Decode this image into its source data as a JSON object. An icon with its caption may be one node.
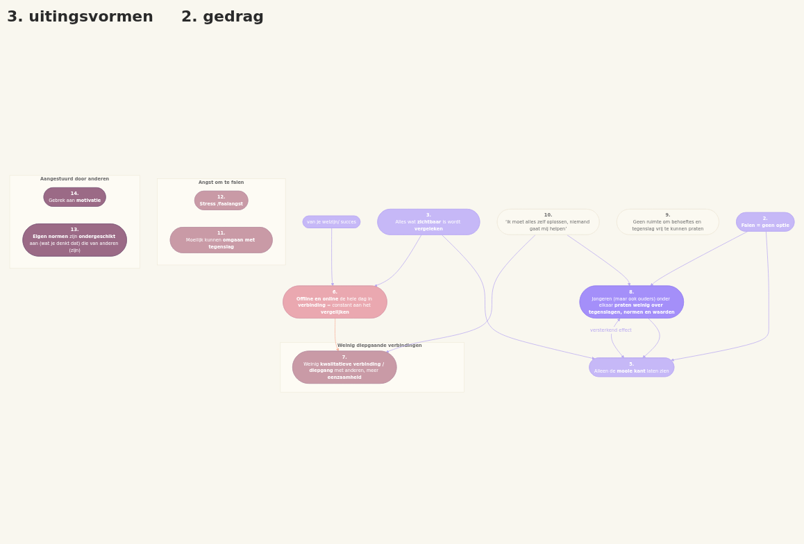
{
  "diagram": {
    "nodes": [
      {
        "text": [
          "Weinig diepgaande verbindingen"
        ]
      },
      {
        "text": [
          "7.",
          "Weinig **kwalitatieve verbinding / diepgang** met anderen, meer **eenzaamheid**"
        ],
        "in": 0
      },
      {
        "text": [
          "van je welzijn/ succes"
        ]
      },
      {
        "text": [
          "6.",
          "**Offline en online** de hele dag in **verbinding** = constant aan het **vergelijken**"
        ]
      },
      {
        "text": [
          "Angst om te falen"
        ]
      },
      {
        "text": [
          "12.",
          "Stress /faalangst"
        ],
        "in": 4
      },
      {
        "text": [
          "11.",
          "Moeilijk kunnen **omgaan met tegenslag**"
        ],
        "in": 4
      },
      {
        "text": [
          "10.",
          "‘ik moet alles zelf oplossen, niemand gaat mij helpen’"
        ]
      },
      {
        "text": [
          "Aangestuurd door anderen"
        ]
      },
      {
        "text": [
          "14.",
          "Gebrek aan **motivatie**"
        ],
        "in": 8
      },
      {
        "text": [
          "13.",
          "**Eigen normen** zijn **ondergeschikt** aan (wat je denkt dat) die van anderen (zijn)"
        ],
        "in": 8
      },
      {
        "text": [
          "8.",
          "Jongeren (maar ook ouders) onder elkaar **praten weinig over tegenslagen, normen en waarden**"
        ]
      },
      {
        "text": [
          "3.",
          "Alles wat **zichtbaar** is wordt **vergeleken**"
        ]
      },
      {
        "text": [
          "9.",
          "Geen ruimte om behoeftes en tegenslag vrij te kunnen praten"
        ]
      },
      {
        "text": [
          "5.",
          "Alleen de **mooie kant** laten zien"
        ]
      },
      {
        "text": [
          "2.",
          "Falen = geen optie"
        ]
      }
    ],
    "edges": [
      {
        "from": 3,
        "to": 1,
        "arrow": "to",
        "color": "#f9b49e"
      },
      {
        "from": 2,
        "to": 3,
        "arrow": "to"
      },
      {
        "from": 12,
        "to": 3,
        "arrow": "to"
      },
      {
        "from": 12,
        "to": 14,
        "arrow": "to"
      },
      {
        "from": 15,
        "to": 11,
        "arrow": "to"
      },
      {
        "from": 15,
        "to": 14,
        "arrow": "to"
      },
      {
        "from": 7,
        "to": 1,
        "arrow": "to"
      },
      {
        "from": 7,
        "to": 11,
        "arrow": "to"
      },
      {
        "from": 11,
        "to": 14,
        "arrow": "both",
        "label": "versterkend effect"
      },
      {
        "from": 11,
        "to": 14,
        "arrow": "to"
      }
    ],
    "labels": [
      "3. uitingsvormen",
      "2. gedrag"
    ]
  }
}
